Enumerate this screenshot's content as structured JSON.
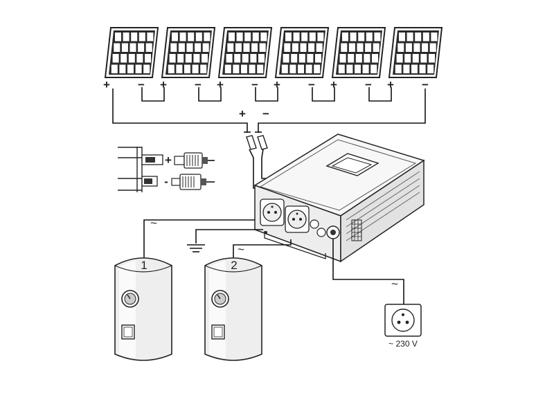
{
  "panels": {
    "count": 6,
    "polarity": [
      "+",
      "−",
      "+",
      "−",
      "+",
      "−",
      "+",
      "−",
      "+",
      "−",
      "+",
      "−"
    ]
  },
  "dc_input": {
    "plus": "+",
    "minus": "−"
  },
  "connector": {
    "plus": "+",
    "minus": "-"
  },
  "ac_symbol": "~",
  "boilers": [
    {
      "number": "1"
    },
    {
      "number": "2"
    }
  ],
  "socket": {
    "voltage_label": "~ 230 V"
  }
}
